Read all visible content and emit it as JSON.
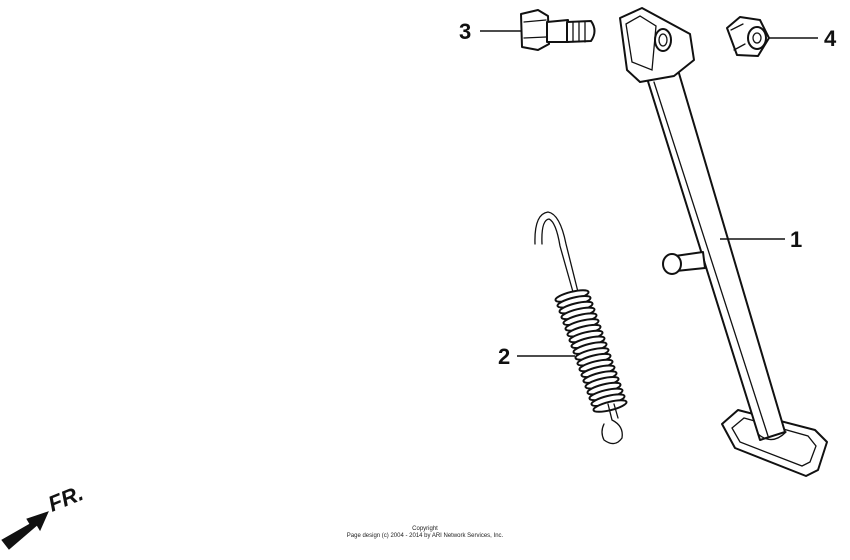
{
  "callouts": [
    {
      "id": "1",
      "label": "1"
    },
    {
      "id": "2",
      "label": "2"
    },
    {
      "id": "3",
      "label": "3"
    },
    {
      "id": "4",
      "label": "4"
    }
  ],
  "direction_label": "FR.",
  "copyright": {
    "line1": "Copyright",
    "line2": "Page design (c) 2004 - 2014 by ARI Network Services, Inc."
  }
}
